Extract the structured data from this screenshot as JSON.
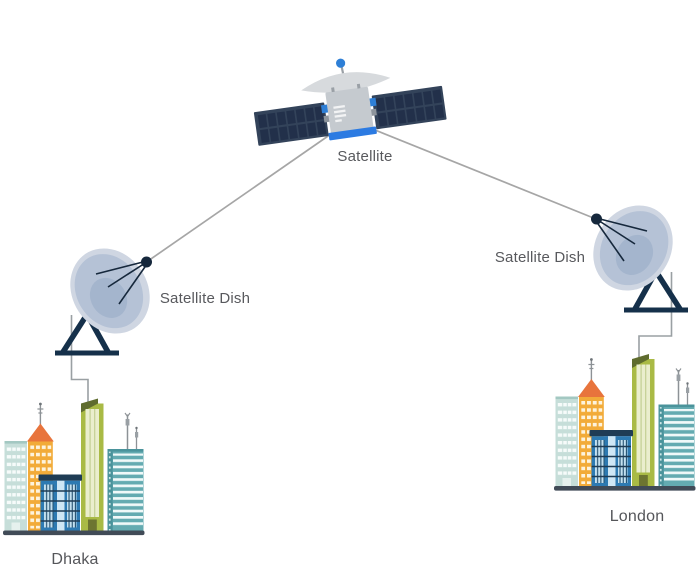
{
  "diagram": {
    "nodes": [
      {
        "id": "satellite",
        "icon": "satellite-icon",
        "label": "Satellite"
      },
      {
        "id": "dish-left",
        "icon": "satellite-dish-icon",
        "label": "Satellite Dish"
      },
      {
        "id": "dish-right",
        "icon": "satellite-dish-icon",
        "label": "Satellite Dish"
      },
      {
        "id": "city-left",
        "icon": "city-skyline-icon",
        "label": "Dhaka"
      },
      {
        "id": "city-right",
        "icon": "city-skyline-icon",
        "label": "London"
      }
    ],
    "connections": [
      {
        "from": "satellite",
        "to": "dish-left",
        "style": "straight-gray-line"
      },
      {
        "from": "satellite",
        "to": "dish-right",
        "style": "straight-gray-line"
      },
      {
        "from": "dish-left",
        "to": "city-left",
        "style": "right-angle-cable"
      },
      {
        "from": "dish-right",
        "to": "city-right",
        "style": "right-angle-cable"
      }
    ]
  },
  "colors": {
    "background": "#ffffff",
    "label_text": "#58595d",
    "link_line": "#a6a6a6",
    "cable_line": "#9aa0a3",
    "accent_blue": "#2d7ce5",
    "navy_dark": "#16304a",
    "solar_panel": "#33435a",
    "solar_cell": "#22304a",
    "satellite_body": "#c5cacf",
    "dish_outer": "#cfd6e2",
    "dish_mid": "#b5c2d6",
    "dish_inner": "#a4b5cd",
    "building_pale_teal": "#c6ded9",
    "building_orange": "#f2ab39",
    "roof_orange_red": "#e8743c",
    "building_blue": "#2d7ab2",
    "roof_navy": "#1f3c55",
    "building_green": "#a9ba45",
    "green_panel_light": "#eaeecd",
    "building_teal": "#64abb1",
    "ground": "#414b57"
  }
}
